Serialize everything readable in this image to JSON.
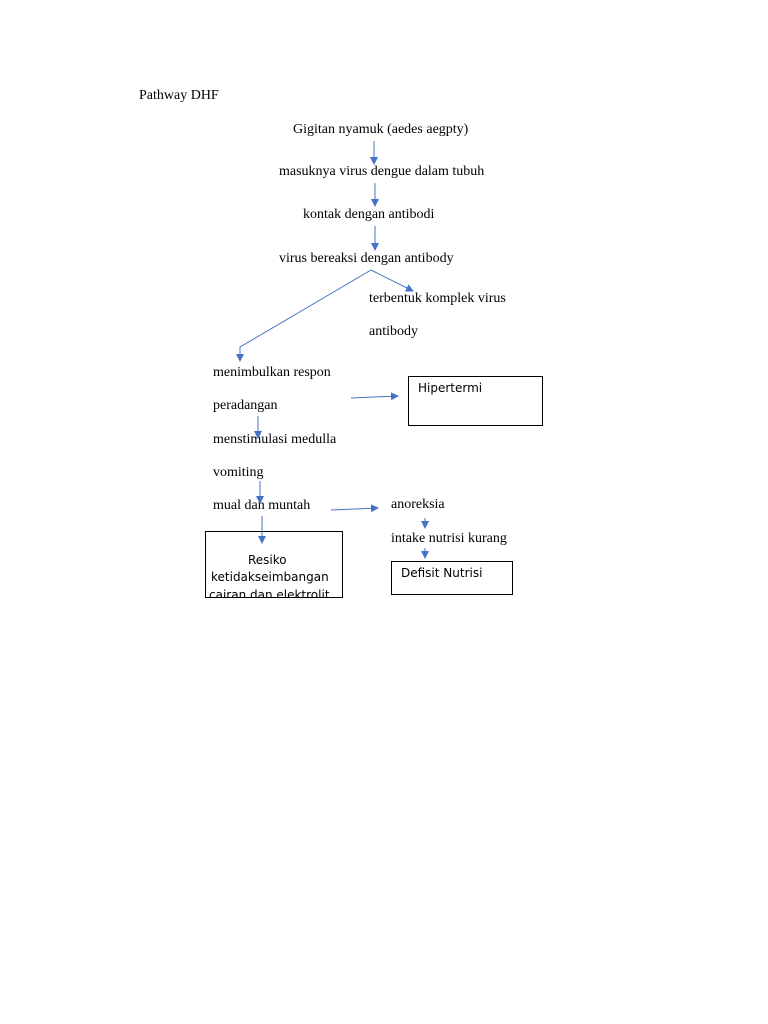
{
  "title": "Pathway DHF",
  "nodes": {
    "gigitan": "Gigitan nyamuk (aedes aegpty)",
    "masuknya": "masuknya virus dengue dalam tubuh",
    "kontak": "kontak dengan antibodi",
    "bereaksi": "virus bereaksi dengan antibody",
    "komplek_1": "terbentuk komplek virus",
    "komplek_2": "antibody",
    "respon_1": "menimbulkan respon",
    "respon_2": "peradangan",
    "stimulasi_1": "menstimulasi medulla",
    "stimulasi_2": "vomiting",
    "mual": "mual dan muntah",
    "anoreksia": "anoreksia",
    "intake": "intake nutrisi kurang"
  },
  "boxes": {
    "hipertermi": "Hipertermi",
    "resiko_1": "Resiko",
    "resiko_2": "ketidakseimbangan",
    "resiko_3": "cairan dan elektrolit",
    "defisit": "Defisit Nutrisi"
  },
  "colors": {
    "arrow": "#4472c4",
    "text": "#000000",
    "box_border": "#000000"
  }
}
